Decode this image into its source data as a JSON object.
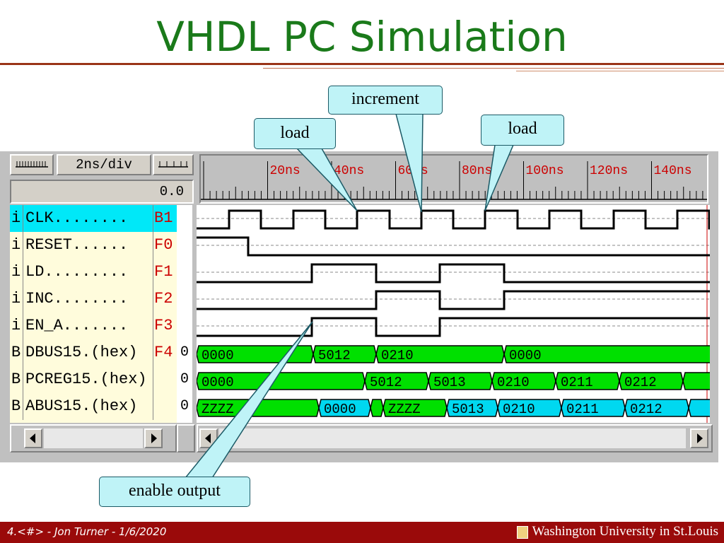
{
  "slide": {
    "title": "VHDL PC Simulation",
    "footer_left": "4.<#> - Jon Turner - 1/6/2020",
    "footer_right": "Washington University in St.Louis"
  },
  "toolbar": {
    "zoom_label": "2ns/div",
    "cursor_time": "0.0"
  },
  "timeline": {
    "ticks": [
      "20ns",
      "40ns",
      "60ns",
      "80ns",
      "100ns",
      "120ns",
      "140ns"
    ]
  },
  "signals": [
    {
      "kind": "i",
      "name": "CLK........",
      "key": "B1",
      "value": "",
      "selected": true
    },
    {
      "kind": "i",
      "name": "RESET......",
      "key": "F0",
      "value": ""
    },
    {
      "kind": "i",
      "name": "LD.........",
      "key": "F1",
      "value": ""
    },
    {
      "kind": "i",
      "name": "INC........",
      "key": "F2",
      "value": ""
    },
    {
      "kind": "i",
      "name": "EN_A.......",
      "key": "F3",
      "value": ""
    },
    {
      "kind": "B",
      "name": "DBUS15.(hex)",
      "key": "F4",
      "value": "0"
    },
    {
      "kind": "B",
      "name": "PCREG15.(hex)",
      "key": "",
      "value": "0"
    },
    {
      "kind": "B",
      "name": "ABUS15.(hex)",
      "key": "",
      "value": "0"
    }
  ],
  "bus_values": {
    "dbus": [
      "0000",
      "5012",
      "0210",
      "0000"
    ],
    "pcreg": [
      "0000",
      "5012",
      "5013",
      "0210",
      "0211",
      "0212"
    ],
    "abus": [
      "ZZZZ",
      "0000",
      "ZZZZ",
      "5013",
      "0210",
      "0211",
      "0212"
    ]
  },
  "callouts": {
    "load_left": "load",
    "increment": "increment",
    "load_right": "load",
    "enable_output": "enable output"
  },
  "colors": {
    "title": "#1a7a1a",
    "footer": "#9a0a0a",
    "bus_green": "#00e000",
    "bus_cyan": "#00d8f0",
    "callout": "#bff3f7",
    "selected_row": "#00e8f8"
  }
}
